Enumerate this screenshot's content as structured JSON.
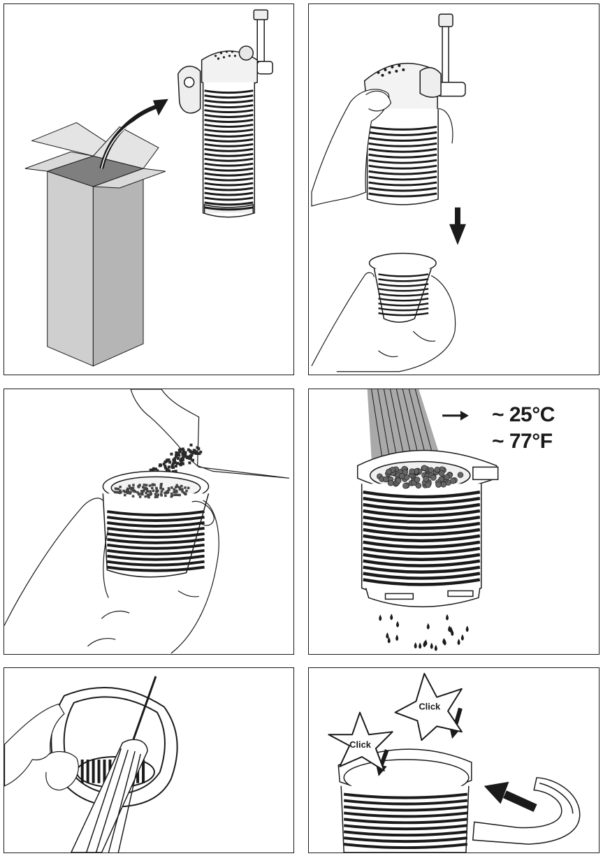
{
  "panels": [
    {
      "id": "unpack"
    },
    {
      "id": "remove-filter-container"
    },
    {
      "id": "fill-filter-media"
    },
    {
      "id": "rinse-filter-media"
    },
    {
      "id": "push-out-grid"
    },
    {
      "id": "clip-on-ring"
    }
  ],
  "rinse": {
    "arrow": "→",
    "temp_c": "~ 25°C",
    "temp_f": "~ 77°F"
  },
  "click_labels": [
    "Click",
    "Click"
  ],
  "colors": {
    "line": "#1a1a1a",
    "box_light": "#d6d6d6",
    "box_mid": "#bcbcbc",
    "box_dark": "#8e8e8e",
    "water": "#9a9a9a"
  }
}
